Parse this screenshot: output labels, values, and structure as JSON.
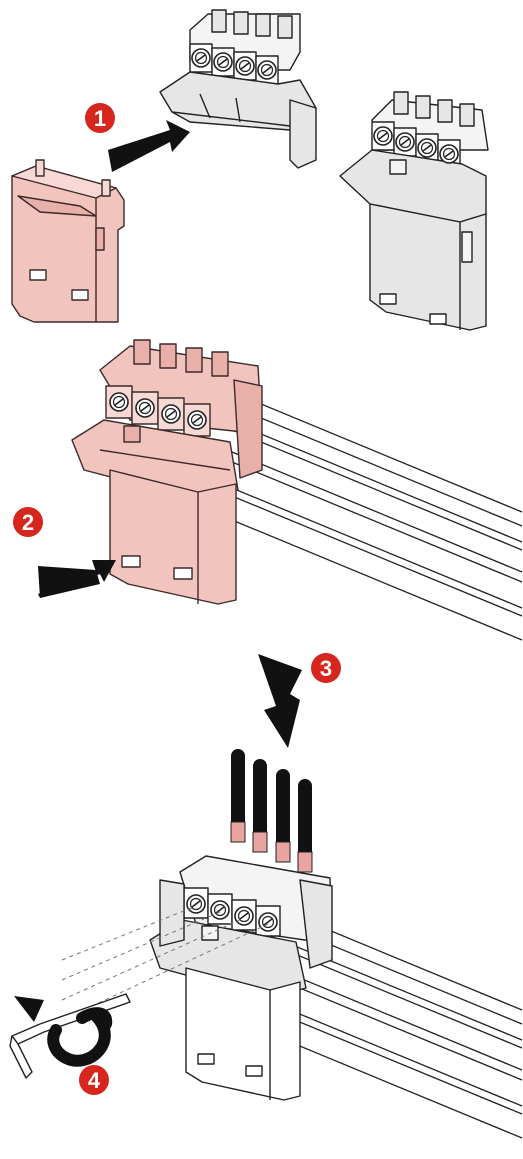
{
  "steps": [
    {
      "number": "1"
    },
    {
      "number": "2"
    },
    {
      "number": "3"
    },
    {
      "number": "4"
    }
  ],
  "colors": {
    "step_badge": "#d7261e",
    "adapter_highlight": "#f2c4be",
    "highlight_outline": "#3a2a2a",
    "plastic_gray": "#e6e6e6",
    "terminal_body": "#f4f4f4",
    "outline": "#222222",
    "arrow": "#111111",
    "cable_insulation": "#111111",
    "ferrule": "#e9a3a0"
  },
  "icons": {
    "insert_arrow": "arrow-right-icon",
    "down_arrow": "arrow-down-icon",
    "rotate_arrow": "rotate-arrow-icon",
    "hex_key": "hex-key-icon",
    "screw": "screw-icon"
  }
}
